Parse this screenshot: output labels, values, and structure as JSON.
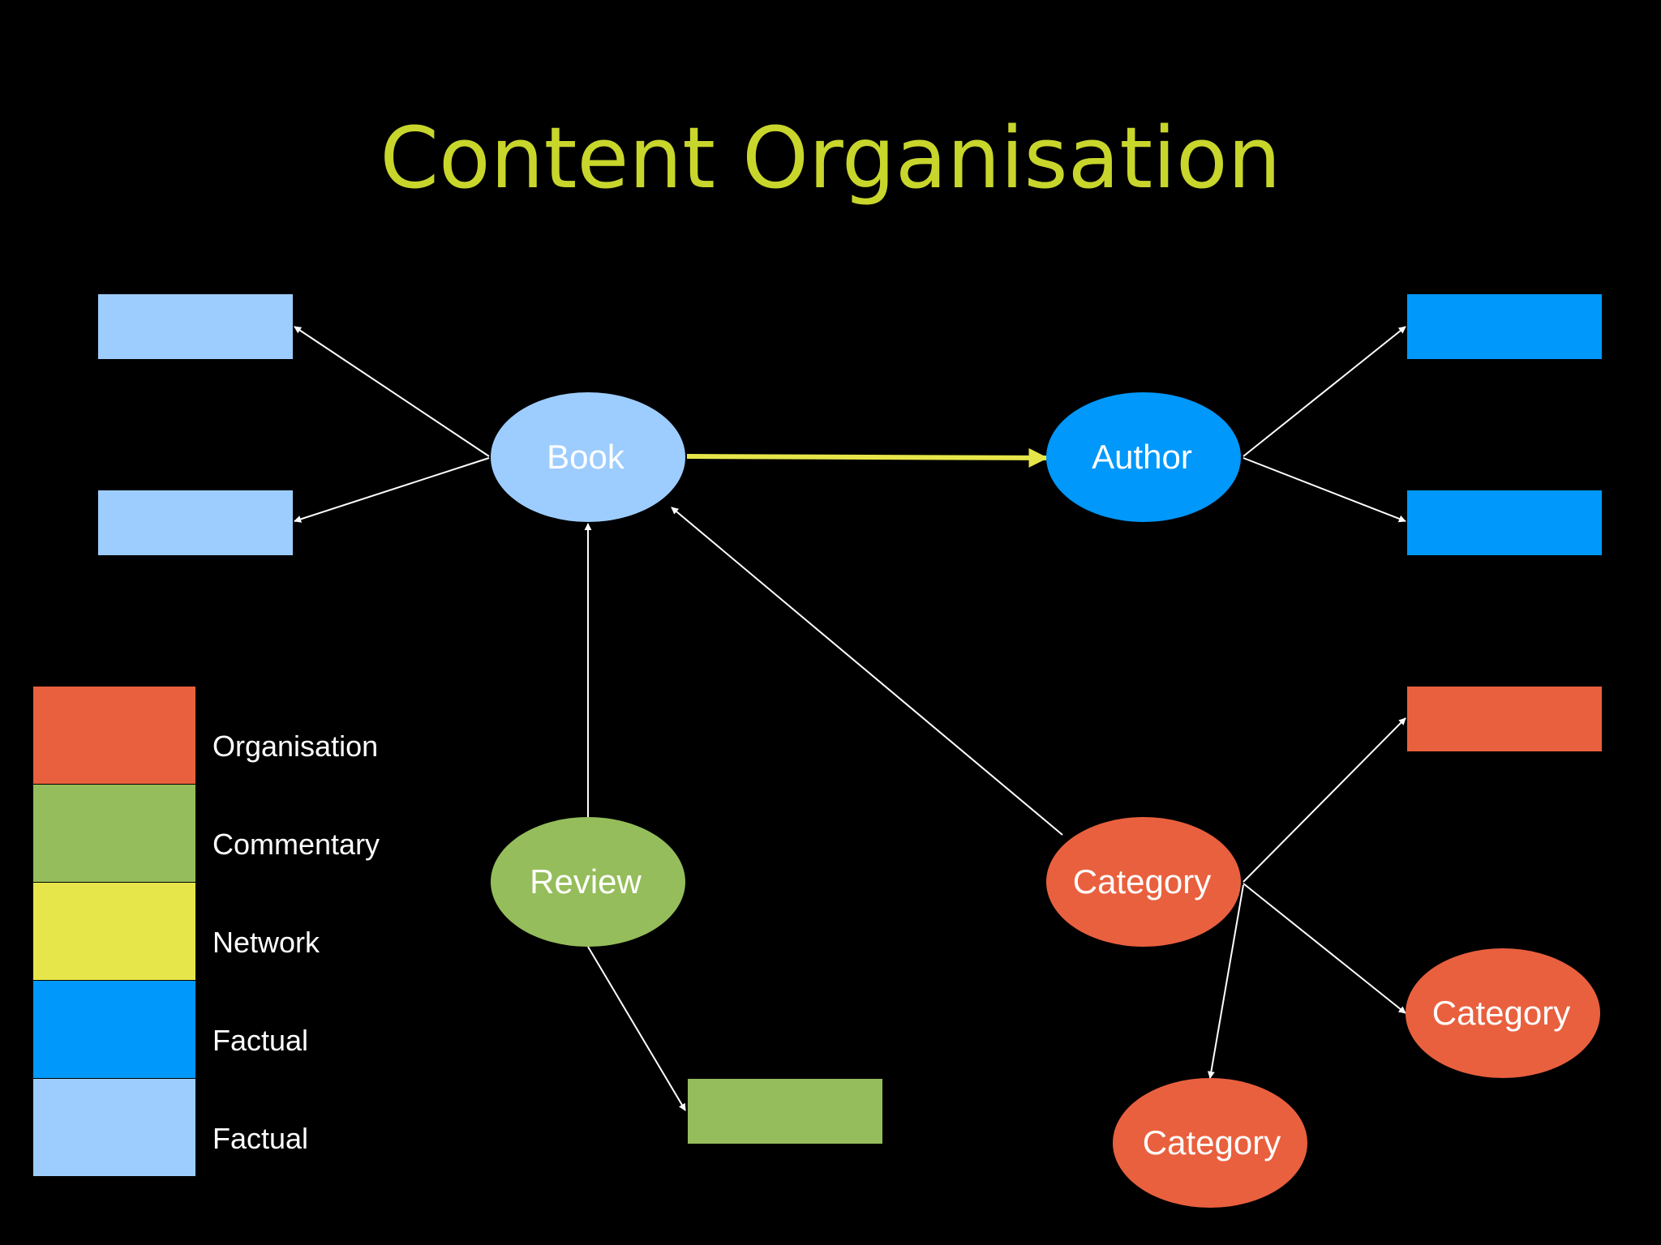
{
  "title": "Content Organisation",
  "colors": {
    "organisation": "#e9603e",
    "commentary": "#95bd5b",
    "network": "#e6e64a",
    "factual_dark": "#0098fa",
    "factual_light": "#9dcdff",
    "title": "#c8d62c",
    "edge": "#ffffff",
    "network_edge": "#e6e64a"
  },
  "nodes": {
    "book": "Book",
    "author": "Author",
    "review": "Review",
    "category_main": "Category",
    "category_right": "Category",
    "category_bottom": "Category"
  },
  "legend": [
    {
      "label": "Organisation",
      "color": "#e9603e"
    },
    {
      "label": "Commentary",
      "color": "#95bd5b"
    },
    {
      "label": "Network",
      "color": "#e6e64a"
    },
    {
      "label": "Factual",
      "color": "#0098fa"
    },
    {
      "label": "Factual",
      "color": "#9dcdff"
    }
  ]
}
